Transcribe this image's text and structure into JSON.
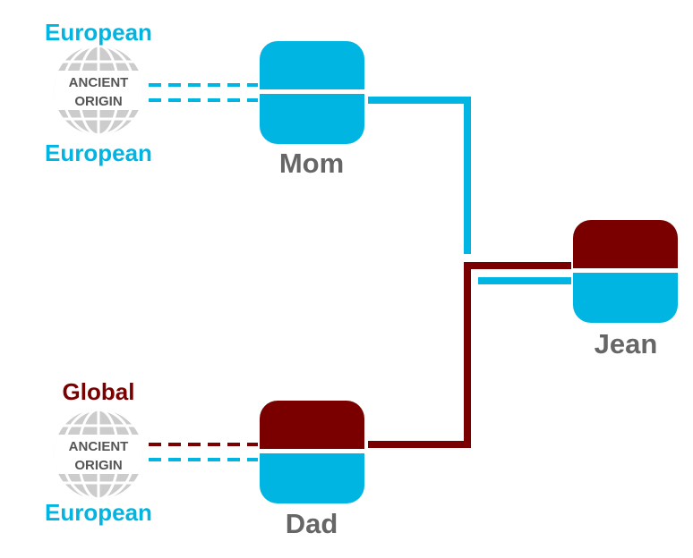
{
  "colors": {
    "european": "#00b5e2",
    "global": "#7a0000",
    "name_text": "#666666",
    "globe": "#cccccc",
    "badge_text": "#555555"
  },
  "mom": {
    "name": "Mom",
    "paternal_origin": "European",
    "maternal_origin": "European",
    "badge_line1": "ANCIENT",
    "badge_line2": "ORIGIN"
  },
  "dad": {
    "name": "Dad",
    "paternal_origin": "Global",
    "maternal_origin": "European",
    "badge_line1": "ANCIENT",
    "badge_line2": "ORIGIN"
  },
  "child": {
    "name": "Jean"
  },
  "icons": {
    "origin_badge": "globe-icon"
  }
}
